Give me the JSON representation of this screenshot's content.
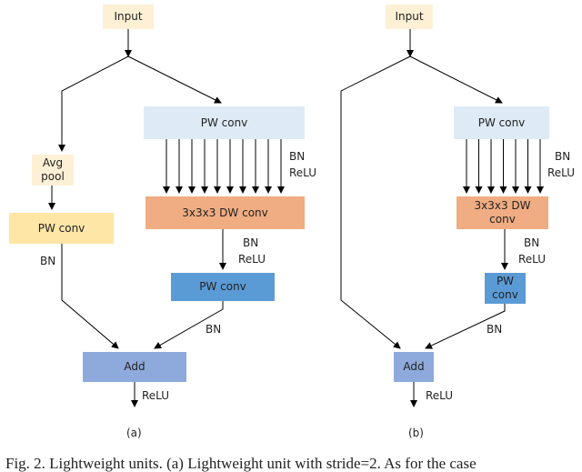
{
  "panel_a": {
    "input": "Input",
    "avg_pool": "Avg\npool",
    "pw_conv_left": "PW conv",
    "pw_conv_top": "PW conv",
    "dw_conv": "3x3x3 DW conv",
    "pw_conv_bottom": "PW conv",
    "add": "Add",
    "bn_left": "BN",
    "bn_relu_top": [
      "BN",
      "ReLU"
    ],
    "bn_relu_mid": [
      "BN",
      "ReLU"
    ],
    "bn_bottom": "BN",
    "relu_out": "ReLU",
    "label": "(a)"
  },
  "panel_b": {
    "input": "Input",
    "pw_conv_top": "PW conv",
    "dw_conv": "3x3x3 DW\nconv",
    "pw_conv_bottom": "PW\nconv",
    "add": "Add",
    "bn_relu_top": [
      "BN",
      "ReLU"
    ],
    "bn_relu_mid": [
      "BN",
      "ReLU"
    ],
    "bn_bottom": "BN",
    "relu_out": "ReLU",
    "label": "(b)"
  },
  "caption": "Fig. 2.  Lightweight units. (a) Lightweight unit with stride=2. As for the case",
  "colors": {
    "input_fill": "#fdf0d5",
    "avg_pool_fill": "#fdf0d5",
    "pw_conv_yellow": "#fde6a6",
    "pw_conv_light_blue": "#deebf6",
    "dw_conv_orange": "#f0ac82",
    "pw_conv_blue": "#5b9bd5",
    "add_fill": "#8eaadc",
    "line": "#000000"
  }
}
